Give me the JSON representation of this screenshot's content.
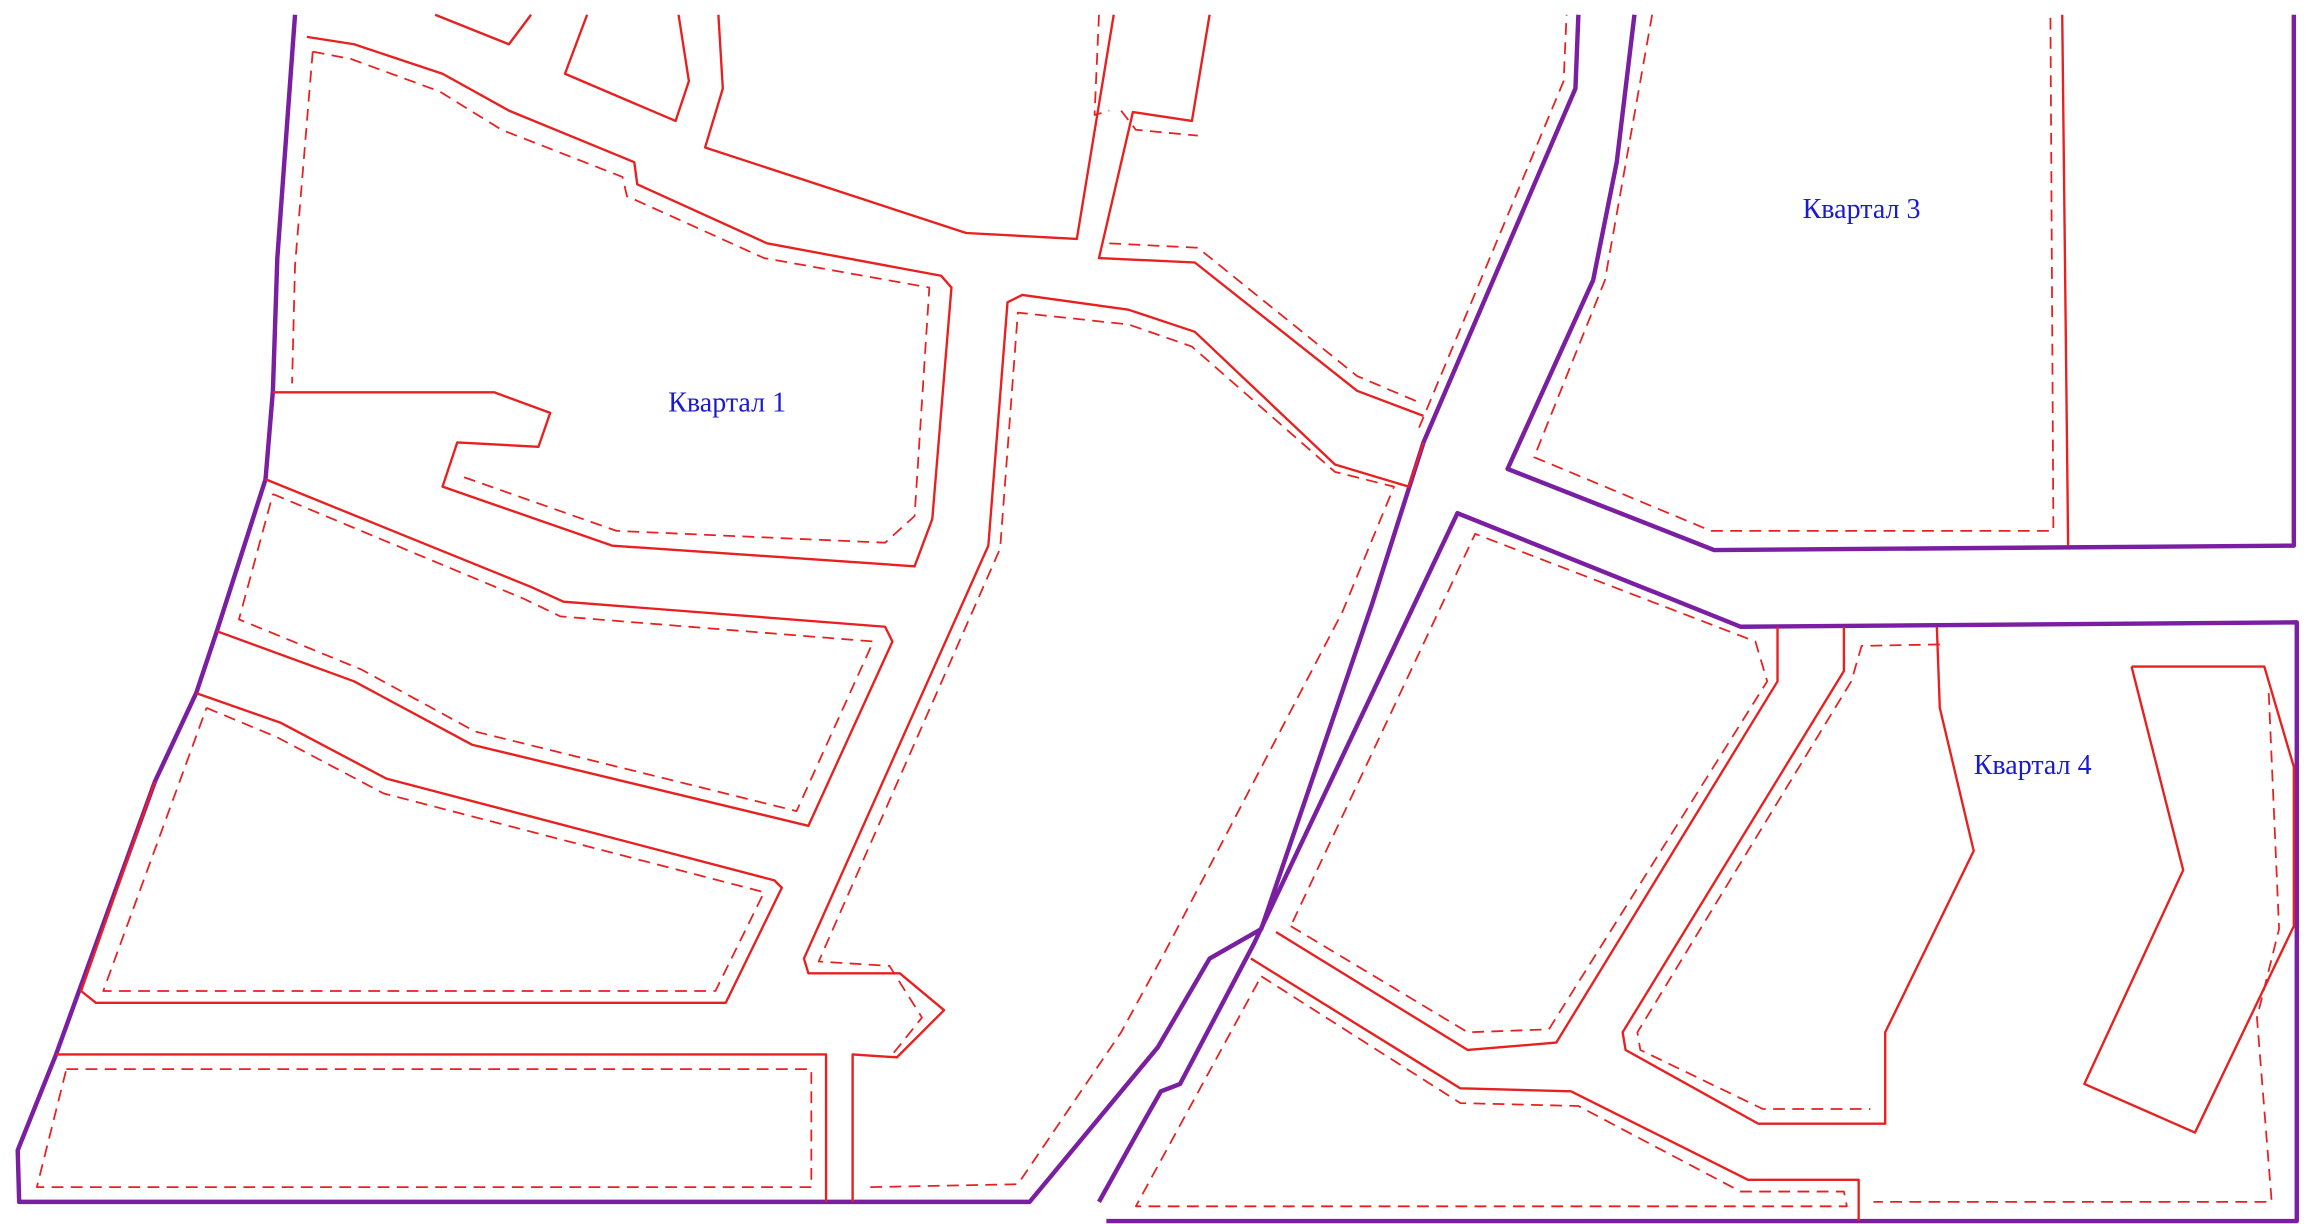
{
  "map": {
    "labels": {
      "block1": "Квартал 1",
      "block3": "Квартал 3",
      "block4": "Квартал 4"
    },
    "colors": {
      "block_boundary": "#7a1fa2",
      "parcel_line": "#e82020",
      "label_text": "#1a1ad0",
      "background": "#ffffff"
    },
    "line_styles": {
      "block_boundary": "solid",
      "parcel_line": "solid",
      "setback_line": "dashed"
    }
  }
}
